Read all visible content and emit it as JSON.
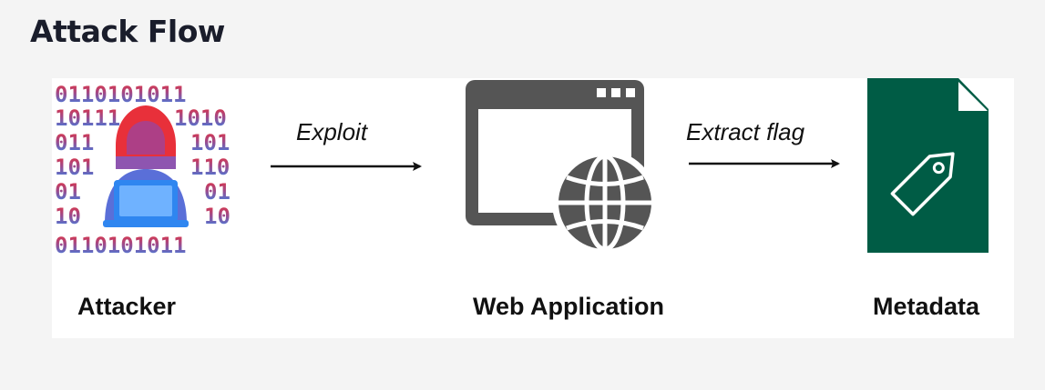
{
  "page": {
    "title": "Attack Flow"
  },
  "diagram": {
    "nodes": [
      {
        "id": "attacker",
        "label": "Attacker",
        "icon": "hooded-hacker-icon"
      },
      {
        "id": "web_application",
        "label": "Web Application",
        "icon": "browser-globe-icon"
      },
      {
        "id": "metadata",
        "label": "Metadata",
        "icon": "document-tag-icon"
      }
    ],
    "edges": [
      {
        "from": "attacker",
        "to": "web_application",
        "label": "Exploit"
      },
      {
        "from": "web_application",
        "to": "metadata",
        "label": "Extract flag"
      }
    ],
    "binary_rows": [
      "0110101011",
      "10111",
      "1010",
      "011",
      "101",
      "101",
      "110",
      "01",
      "01",
      "10",
      "10",
      "0110101011"
    ],
    "colors": {
      "hacker_top": "#e8303a",
      "hacker_bottom": "#2f86f0",
      "browser": "#555555",
      "document": "#005c45",
      "arrow": "#111111"
    }
  }
}
